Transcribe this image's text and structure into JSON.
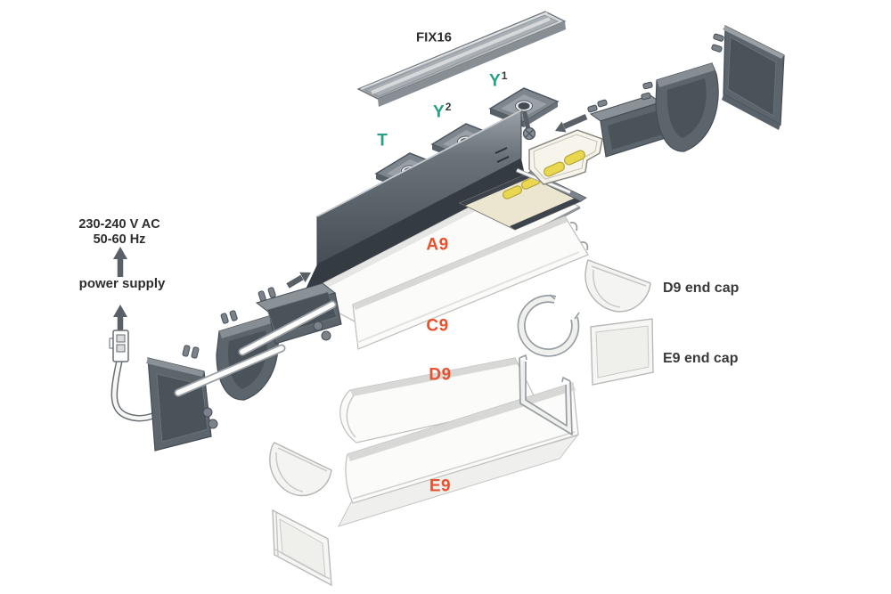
{
  "labels": {
    "fix16": "FIX16",
    "t_clip": "T",
    "y_clip": "Y",
    "y1_sup": "1",
    "y2_sup": "2",
    "profile_a9": "A9",
    "cover_c9": "C9",
    "cover_d9": "D9",
    "cover_e9": "E9",
    "d9_end_cap": "D9 end cap",
    "e9_end_cap": "E9 end cap",
    "voltage": "230-240 V AC",
    "frequency": "50-60 Hz",
    "power_supply": "power supply"
  },
  "colors": {
    "accent_teal": "#27a085",
    "accent_orange": "#e5522d",
    "text_dark": "#2d2d2d",
    "metal_dark": "#5d656c",
    "metal_darker": "#4a525a",
    "metal_edge": "#454d55",
    "cover_fill": "#fbfbf9",
    "cover_stroke": "#c2c2c0",
    "cover_highlight": "#d8d8d6",
    "led_yellow": "#e9d84f",
    "led_stroke": "#b6a63d",
    "arrow_gray": "#5a6066"
  }
}
